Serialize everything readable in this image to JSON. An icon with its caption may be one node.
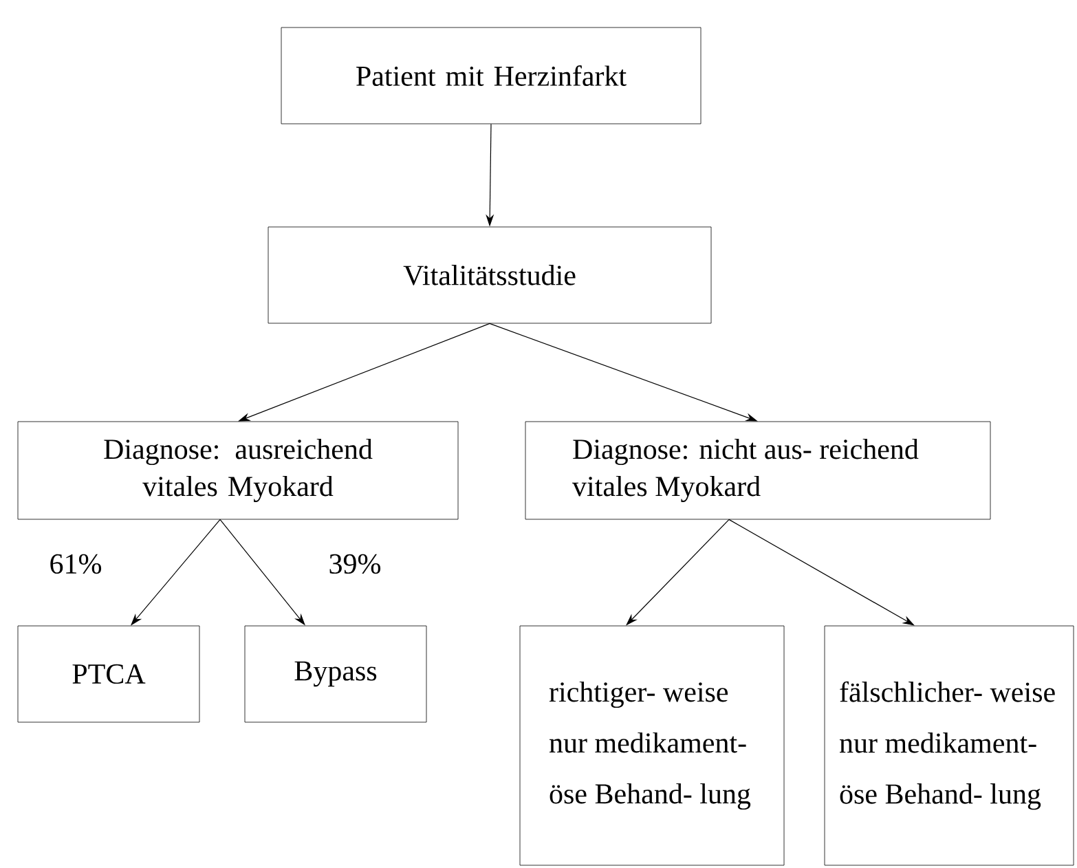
{
  "diagram": {
    "nodes": [
      {
        "text": [
          "Patient mit Herzinfarkt"
        ]
      },
      {
        "text": [
          "Vitalitätsstudie"
        ]
      },
      {
        "text": [
          "Diagnose: ausreichend vitales Myokard"
        ]
      },
      {
        "text": [
          "Diagnose: nicht aus- reichend vitales Myokard"
        ]
      },
      {
        "text": [
          "PTCA"
        ]
      },
      {
        "text": [
          "Bypass"
        ]
      },
      {
        "text": [
          "richtiger- weise nur medikament- öse Behand- lung"
        ]
      },
      {
        "text": [
          "fälschlicher- weise nur medikament- öse Behand- lung"
        ]
      }
    ],
    "edges": [
      {
        "from": 0,
        "to": 1,
        "arrow": "to"
      },
      {
        "from": 1,
        "to": 2,
        "arrow": "to"
      },
      {
        "from": 1,
        "to": 3,
        "arrow": "to"
      },
      {
        "from": 2,
        "to": 4,
        "arrow": "to",
        "label": "61%"
      },
      {
        "from": 2,
        "to": 5,
        "arrow": "to",
        "label": "39%"
      },
      {
        "from": 3,
        "to": 6,
        "arrow": "to"
      },
      {
        "from": 3,
        "to": 7,
        "arrow": "to"
      }
    ]
  }
}
